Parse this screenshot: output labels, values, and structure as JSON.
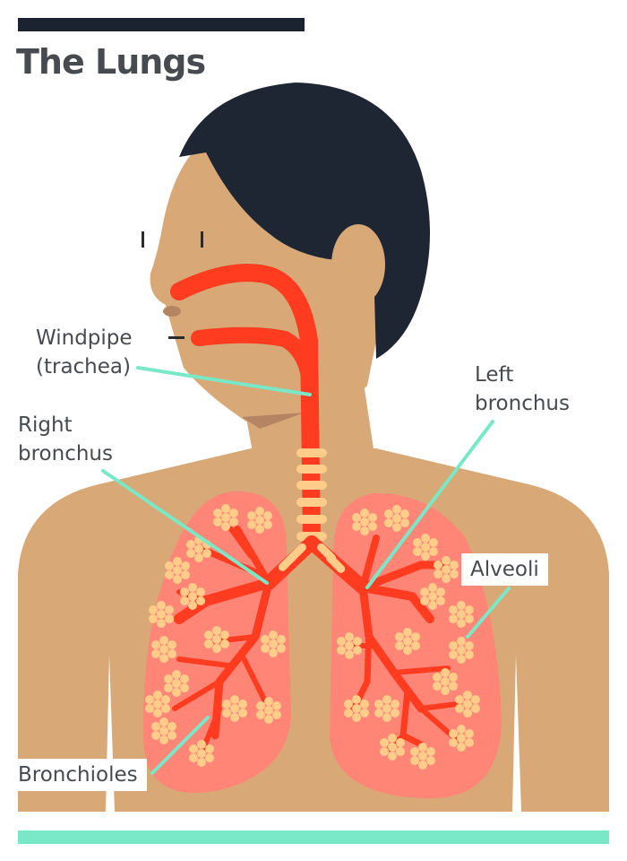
{
  "title": "The Lungs",
  "labels": {
    "windpipe": "Windpipe\n(trachea)",
    "left_bronchus": "Left\nbronchus",
    "right_bronchus": "Right\nbronchus",
    "alveoli": "Alveoli",
    "bronchioles": "Bronchioles"
  },
  "colors": {
    "header_bar": "#1b2330",
    "title_text": "#474a4f",
    "footer_bar": "#79e8c6",
    "skin": "#d9a877",
    "hair": "#1e2633",
    "airway": "#ff3b20",
    "lung": "#ff8677",
    "alveoli": "#ffcc8a",
    "leader_line": "#79e8c6"
  }
}
